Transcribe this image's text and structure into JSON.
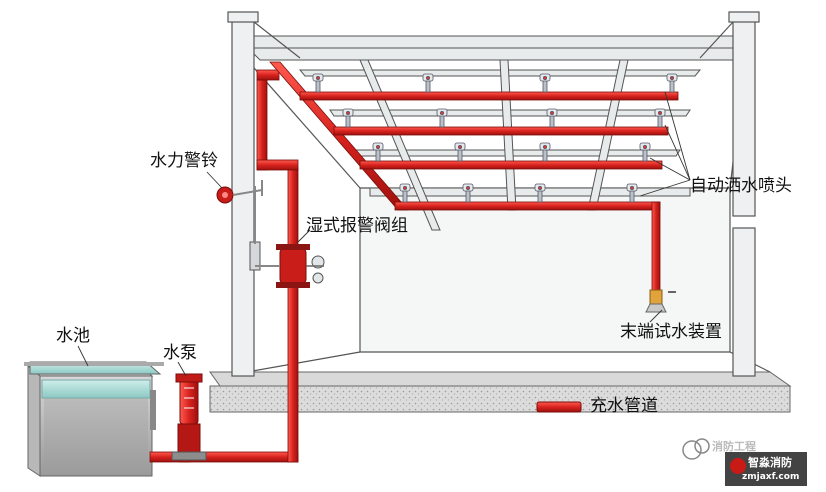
{
  "labels": {
    "alarm_bell": "水力警铃",
    "wet_alarm_valve": "湿式报警阀组",
    "sprinkler_head": "自动洒水喷头",
    "test_device": "末端试水装置",
    "pool": "水池",
    "pump": "水泵",
    "legend_pipe": "充水管道"
  },
  "watermark": {
    "brand": "消防工程",
    "site_name": "智淼消防",
    "site_url": "zmjaxf.com"
  },
  "colors": {
    "pipe": "#d8231f",
    "pipe_dark": "#a5120f",
    "structure": "#e6e9ea",
    "structure_edge": "#555555",
    "water": "#a8d8d4"
  }
}
